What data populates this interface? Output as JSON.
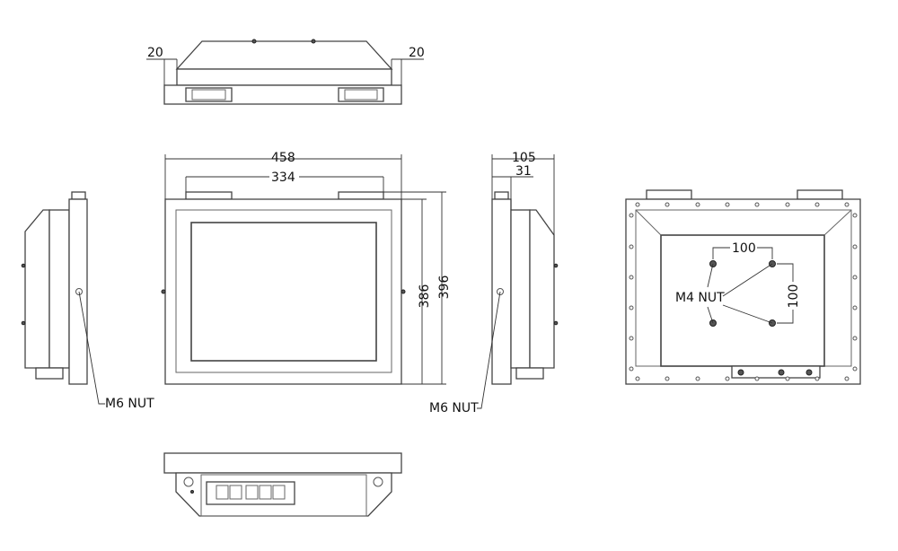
{
  "dimensions": {
    "top_left_margin": "20",
    "top_right_margin": "20",
    "overall_width": "458",
    "bracket_span": "334",
    "bezel_height": "386",
    "overall_height": "396",
    "overall_depth": "105",
    "bezel_depth": "31",
    "vesa_horizontal": "100",
    "vesa_vertical": "100"
  },
  "callouts": {
    "left_side_nut": "M6 NUT",
    "right_side_nut": "M6 NUT",
    "rear_nut": "M4 NUT"
  },
  "colors": {
    "line": "#444444",
    "background": "#ffffff"
  }
}
